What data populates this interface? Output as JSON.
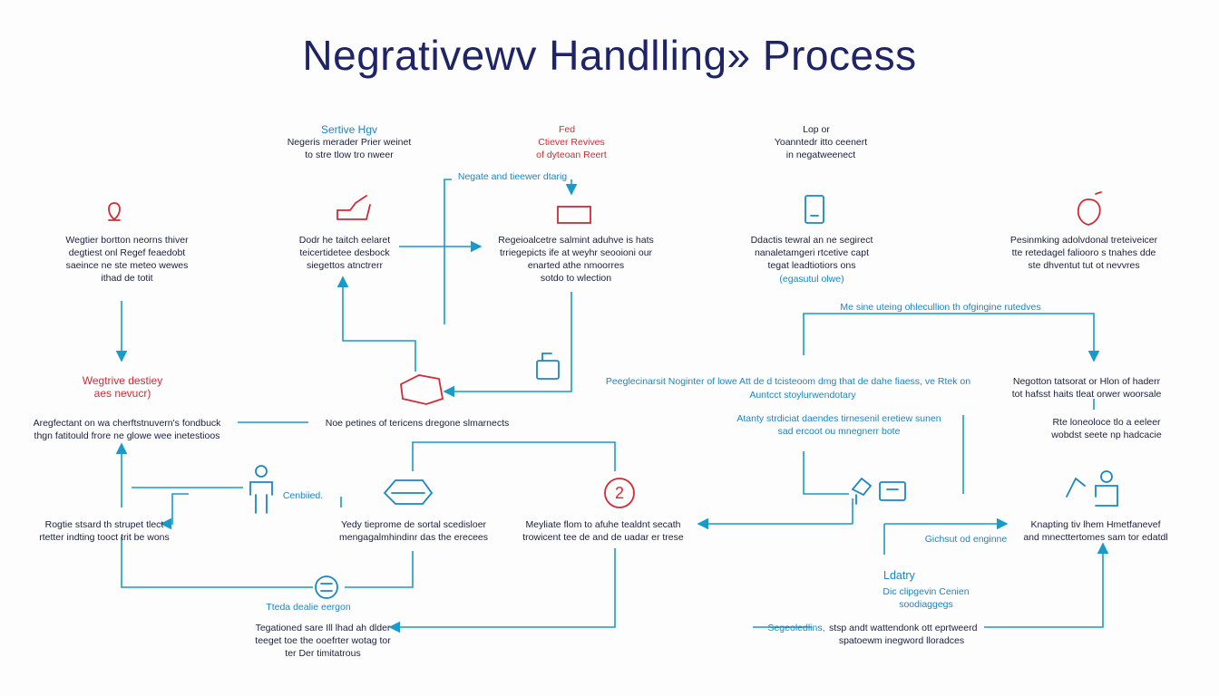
{
  "title": "Negrativewv Handlling» Process",
  "colors": {
    "line": "#1a9ac8",
    "accent_red": "#d02b36",
    "accent_blue": "#1a86c2",
    "text": "#1b1f3b",
    "title": "#1e2466"
  },
  "top_row": {
    "col2_heading": "Sertive Hgv",
    "col2_text": "Negeris merader Prier weinet\nto stre tlow tro nweer",
    "col3_heading": "Fed",
    "col3_text": "Ctiever Revives\nof dyteoan Reert",
    "col5_heading": "Lop or",
    "col5_text": "Yoanntedr itto ceenert\nin negatweenect",
    "branch_label": "Negate and tieewer dtarig"
  },
  "row1": {
    "n1": "Wegtier bortton neorns thiver\ndegtiest onl Regef feaedobt\nsaeince ne ste meteo wewes\nithad de totit",
    "n2": "Dodr he taitch eelaret\nteicertidetee desbock\nsiegettos atnctrerr",
    "n3": "Regeioalcetre salmint aduhve is hats\ntrriegepicts ife at weyhr seooioni our\nenarted athe nmoorres\nsotdo to wlection",
    "n4": "Ddactis tewral an ne segirect\nnanaletamgeri rtcetive capt\ntegat leadtiotiors ons",
    "n4_sub": "(egasutul olwe)",
    "n5": "Pesinmking adolvdonal treteiveicer\ntte retedagel faliooro s tnahes dde\nste dhventut tut ot nevvres"
  },
  "middle": {
    "top_bar_label": "Me sine uteing ohlecullion th ofgingine rutedves",
    "left_red": "Wegtrive destiey\naes nevucr)",
    "right_blue_1": "Peeglecinarsit Noginter of lowe Att de d tcisteoom dmg that de dahe fiaess, ve Rtek on",
    "right_blue_2": "Auntcct stoylurwendotary",
    "right_dark": "Negotton tatsorat or Hlon of haderr\ntot hafsst haits tleat orwer woorsale"
  },
  "row2": {
    "left": "Aregfectant on wa cherftstnuvern's fondbuck\nthgn fatitould frore ne glowe wee inetestioos",
    "center": "Noe petines of tericens dregone slmarnects",
    "right_blue": "Atanty strdiciat daendes tirnesenil eretiew sunen\nsad ercoot ou mnegnerr bote",
    "far_right": "Rte loneoloce tlo a eeleer\nwobdst seete np hadcacie"
  },
  "row3": {
    "combined": "Cenbiied.",
    "step2_number": "2",
    "left": "Rogtie stsard th strupet tlect\nrtetter indting tooct trit be wons",
    "mid": "Yedy tieprome de sortal scedisloer\nmengagalmhindinr das the erecees",
    "mid2": "Meyliate flom to afuhe tealdnt secath\ntrowicent tee de and de uadar er trese",
    "right_blue": "Gichsut od enginne",
    "far_right": "Knapting tiv lhem Hmetfanevef\nand mnecttertomes sam tor edatdl"
  },
  "row4": {
    "left_blue": "Tteda dealie eergon",
    "lduty": "Ldatry",
    "lduty_sub": "Dic clipgevin Cenien\nsoodiaggegs",
    "bottom_left": "Tegationed sare Ill lhad ah dlder\nteeget toe the ooefrter wotag tor\nter Der timitatrous",
    "bottom_right_blue": "Segeoledlins,",
    "bottom_right": "stsp andt wattendonk ott eprtweerd\nspatoewm inegword lloradces"
  }
}
